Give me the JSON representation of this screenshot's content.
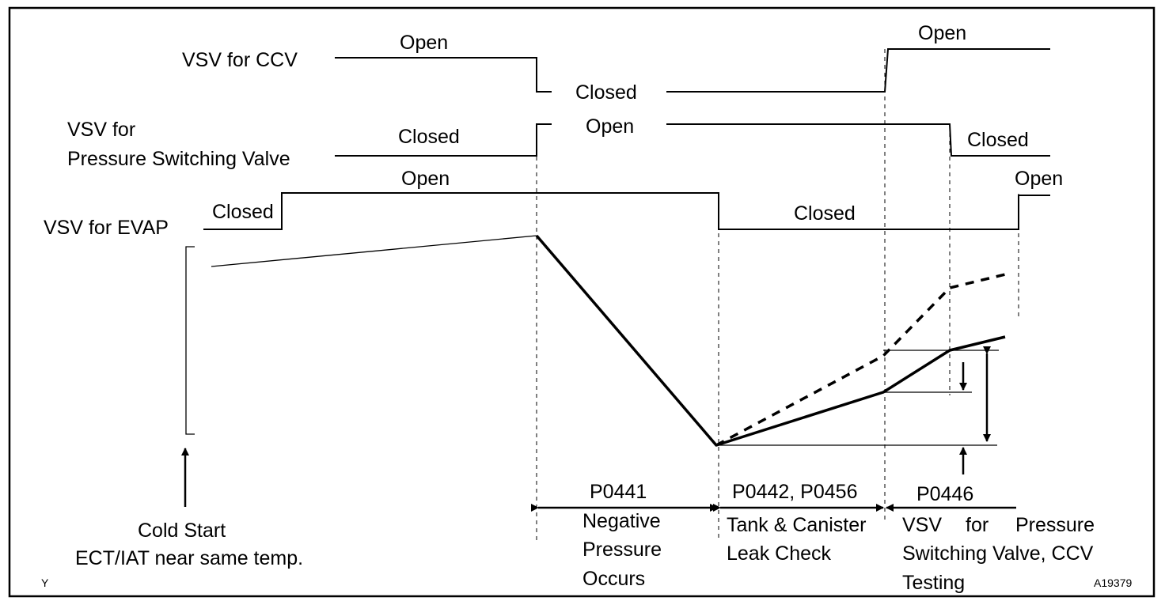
{
  "signals": {
    "ccv": {
      "name": "VSV for CCV",
      "open_1": "Open",
      "closed": "Closed",
      "open_2": "Open"
    },
    "psv": {
      "name_line1": "VSV for",
      "name_line2": "Pressure Switching Valve",
      "closed_1": "Closed",
      "open": "Open",
      "closed_2": "Closed"
    },
    "evap": {
      "name": "VSV for EVAP",
      "closed_1": "Closed",
      "open_1": "Open",
      "closed_2": "Closed",
      "open_2": "Open"
    }
  },
  "cold_start": {
    "line1": "Cold Start",
    "line2": "ECT/IAT near same temp."
  },
  "phases": {
    "p0441": {
      "code": "P0441",
      "line1": "Negative",
      "line2": "Pressure",
      "line3": "Occurs"
    },
    "p0442": {
      "code": "P0442, P0456",
      "line1": "Tank & Canister",
      "line2": "Leak Check"
    },
    "p0446": {
      "code": "P0446",
      "line1a": "VSV",
      "line1b": "for",
      "line1c": "Pressure",
      "line2": "Switching Valve, CCV",
      "line3": "Testing"
    }
  },
  "footer": {
    "left": "Y",
    "right": "A19379"
  }
}
